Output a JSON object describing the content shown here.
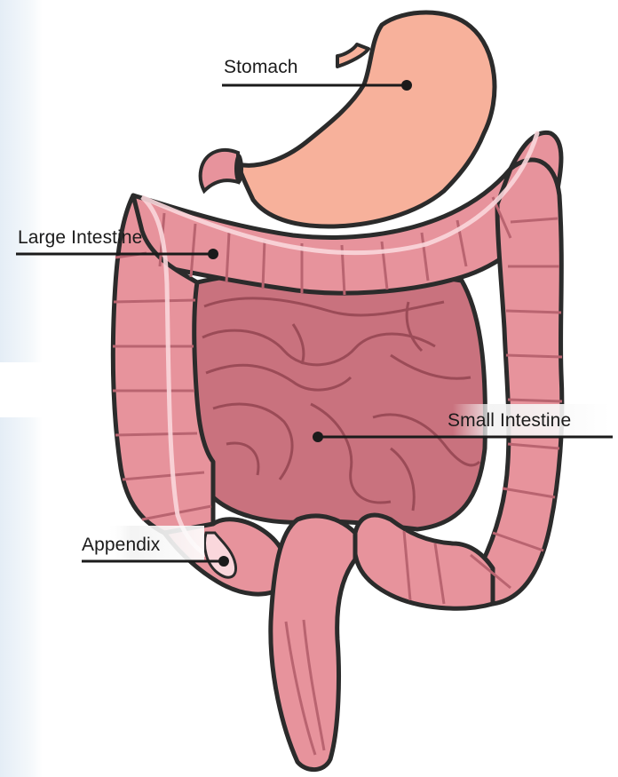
{
  "labels": {
    "stomach": "Stomach",
    "large_intestine": "Large Intestine",
    "small_intestine": "Small Intestine",
    "appendix": "Appendix"
  },
  "colors": {
    "stomach_fill": "#f7b19b",
    "colon_fill": "#e7939c",
    "colon_light": "#f0aab2",
    "small_intestine_fill": "#c9727e",
    "small_intestine_dark": "#ad5a66",
    "outline": "#2b2b2b",
    "highlight": "#fad7dc",
    "label_shadow": "#ececec"
  }
}
